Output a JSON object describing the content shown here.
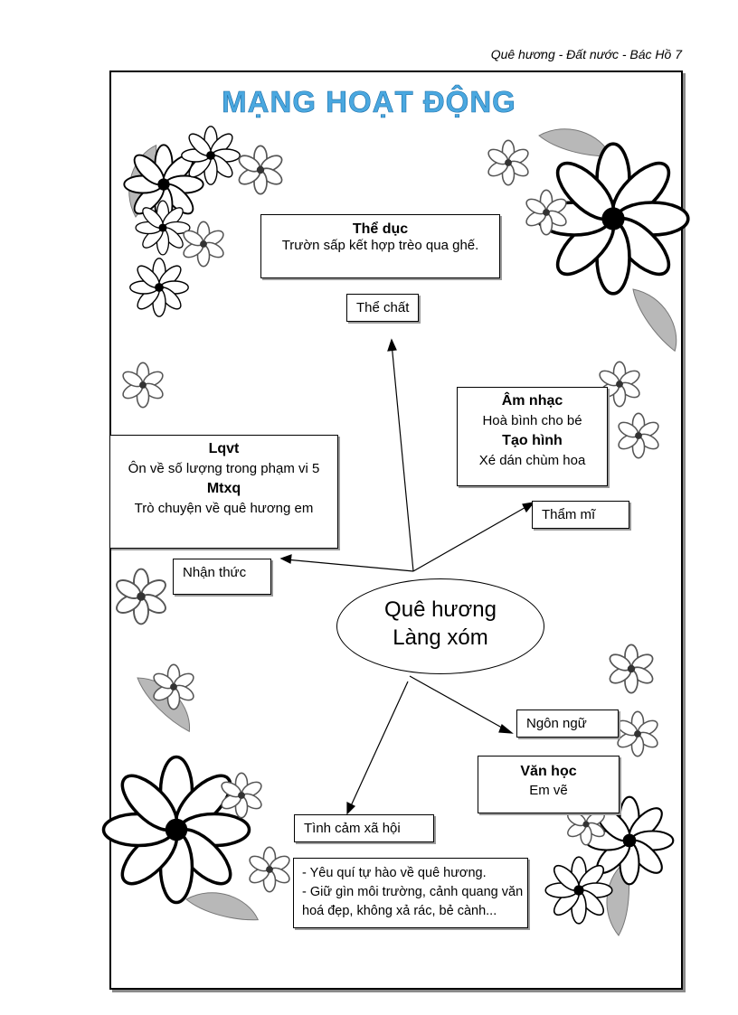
{
  "header": {
    "text": "Quê hương - Đất nước - Bác Hồ   7"
  },
  "title": "MẠNG HOẠT ĐỘNG",
  "center": {
    "line1": "Quê hương",
    "line2": "Làng xóm"
  },
  "nodes": {
    "the_chat": "Thể chất",
    "tham_mi": "Thẩm mĩ",
    "nhan_thuc": "Nhận thức",
    "ngon_ngu": "Ngôn ngữ",
    "tinh_cam": "Tình cảm xã hội"
  },
  "boxes": {
    "the_duc": {
      "title": "Thể  dục",
      "text": "Trườn sấp kết hợp trèo qua ghế."
    },
    "am_nhac": {
      "title1": "Âm nhạc",
      "text1": "Hoà bình cho bé",
      "title2": "Tạo hình",
      "text2": "Xé dán chùm hoa"
    },
    "lqvt": {
      "title1": "Lqvt",
      "text1": "Ôn về số lượng trong phạm vi 5",
      "title2": "Mtxq",
      "text2": "Trò chuyện về quê hương em"
    },
    "van_hoc": {
      "title": "Văn học",
      "text": "Em vẽ"
    },
    "tinh_cam_detail": {
      "line1": "- Yêu quí tự hào về quê hương.",
      "line2": "- Giữ gìn môi trường, cảnh quang văn",
      "line3": "hoá đẹp, không xả rác, bẻ cành..."
    }
  }
}
